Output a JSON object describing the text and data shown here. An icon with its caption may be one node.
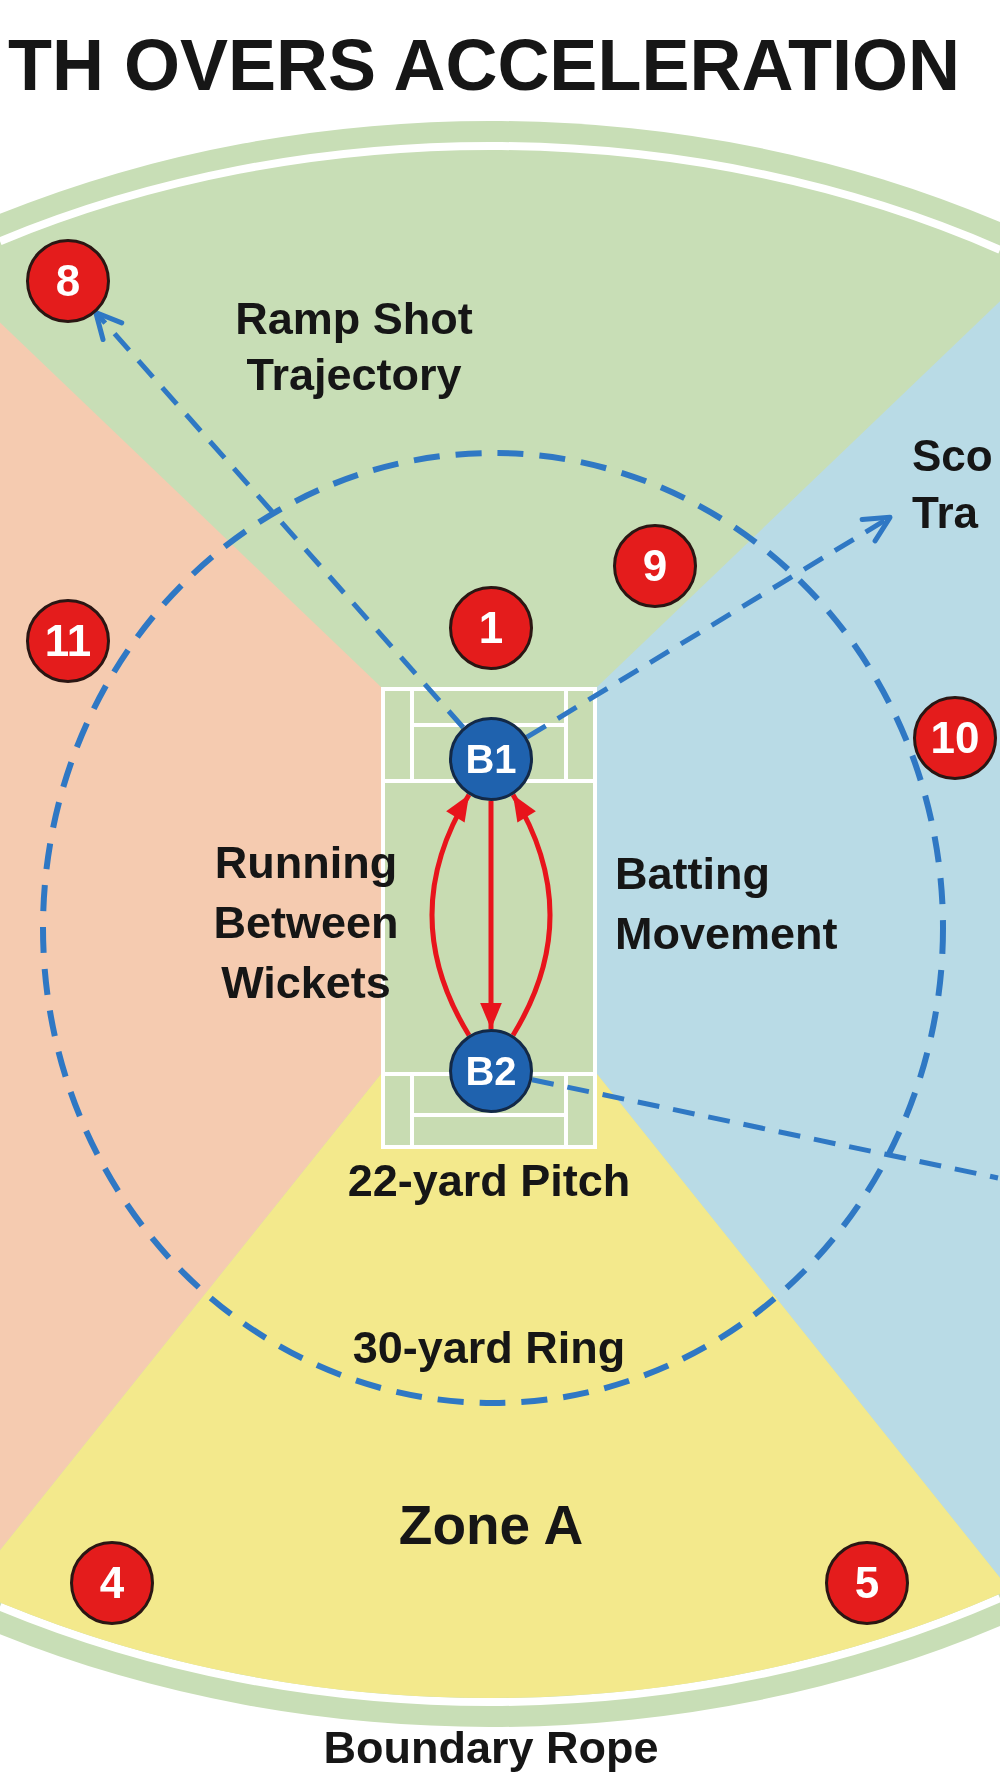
{
  "diagram": {
    "title": "TH OVERS ACCELERATION",
    "nodes": [
      {
        "text": [
          "8"
        ]
      },
      {
        "text": [
          "9"
        ]
      },
      {
        "text": [
          "1"
        ]
      },
      {
        "text": [],
        "shape": "sector"
      },
      {
        "text": [
          "11"
        ],
        "in": 3
      },
      {
        "text": [],
        "shape": "sector"
      },
      {
        "text": [
          "Sco Tra"
        ],
        "in": 5
      },
      {
        "text": [
          "10"
        ],
        "in": 5
      },
      {
        "text": [],
        "shape": "box"
      },
      {
        "text": [
          "B1"
        ],
        "in": 8
      },
      {
        "text": [
          "B2"
        ],
        "in": 8
      },
      {
        "text": [
          "Zone A"
        ]
      },
      {
        "text": [
          "4"
        ],
        "in": 11
      },
      {
        "text": [
          "5"
        ],
        "in": 11
      }
    ],
    "edges": [
      {
        "from": 9,
        "to": 0,
        "arrow": "to",
        "style": "dashed",
        "color": "#2f78c4"
      },
      {
        "from": 9,
        "to": 6,
        "arrow": "to",
        "style": "dashed",
        "color": "#2f78c4"
      },
      {
        "from": 10,
        "to": null,
        "arrow": "none",
        "style": "dashed",
        "color": "#2f78c4"
      },
      {
        "from": 10,
        "to": 9,
        "arrow": "to",
        "color": "#e8141c"
      },
      {
        "from": 9,
        "to": 10,
        "arrow": "to",
        "color": "#e8141c"
      },
      {
        "from": 10,
        "to": 9,
        "arrow": "to",
        "color": "#e8141c"
      }
    ],
    "labels": [
      "Ramp Shot Trajectory",
      "Running Between Wickets",
      "Batting Movement",
      "22-yard Pitch",
      "30-yard Ring",
      "Boundary Rope"
    ]
  }
}
